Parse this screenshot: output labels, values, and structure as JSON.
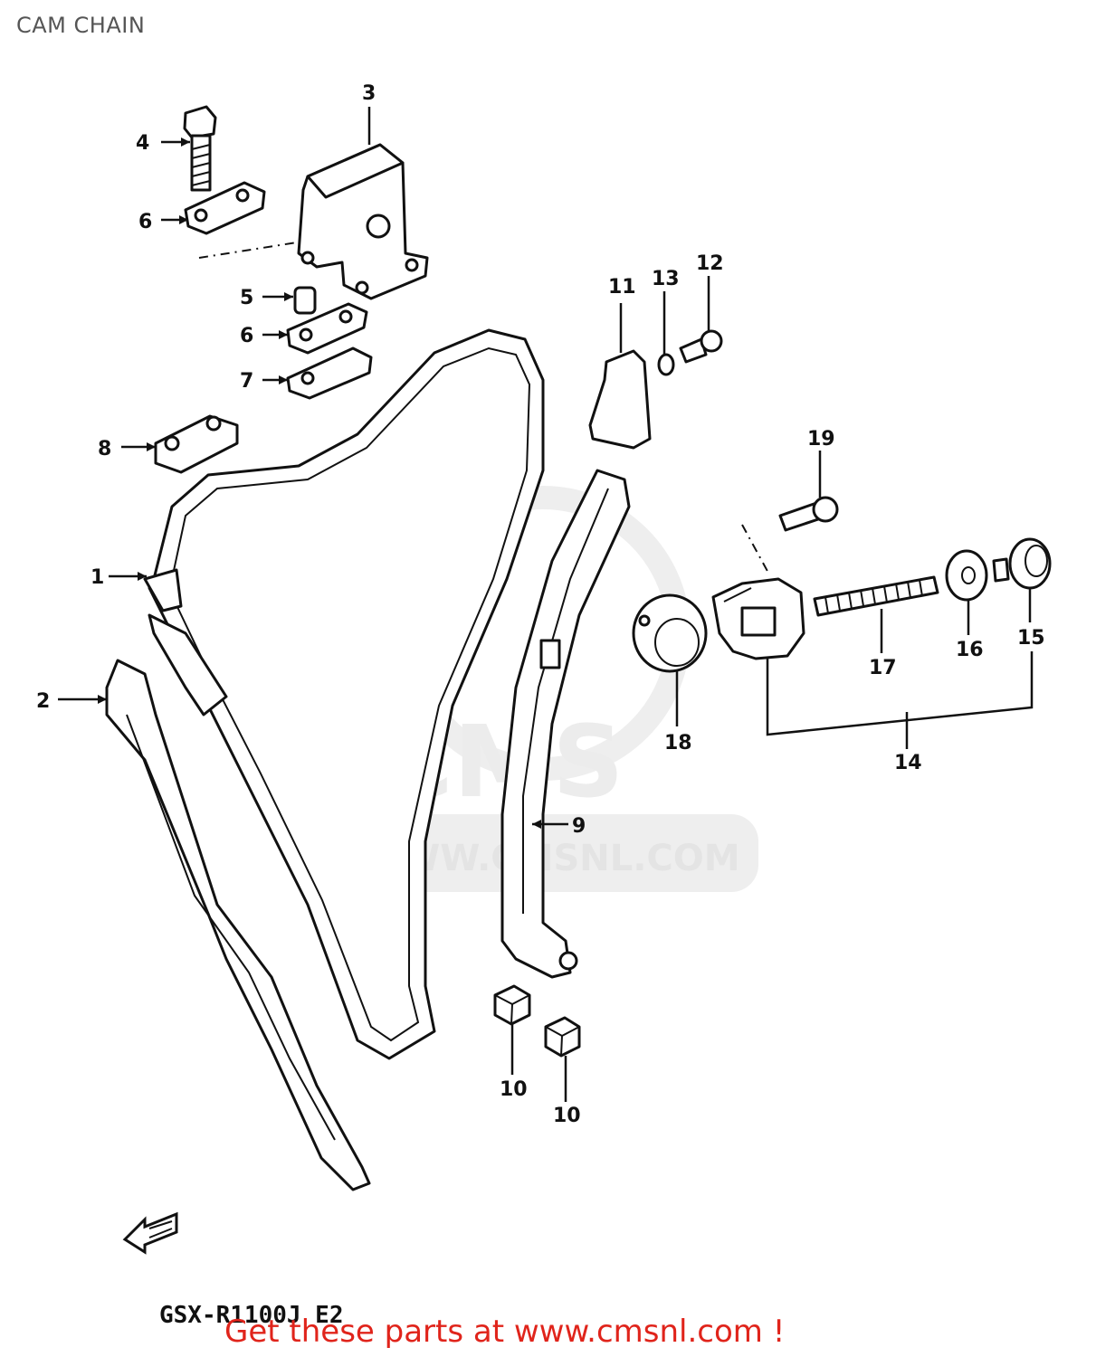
{
  "title": "CAM CHAIN",
  "watermark": {
    "logo": "CMS",
    "url": "WWW.CMSNL.COM"
  },
  "model_code": "GSX-R1100J E2",
  "footer": {
    "text": "Get these parts at www.cmsnl.com !",
    "color": "#e0241b"
  },
  "callouts": {
    "c1": "1",
    "c2": "2",
    "c3": "3",
    "c4": "4",
    "c5": "5",
    "c6a": "6",
    "c6b": "6",
    "c7": "7",
    "c8": "8",
    "c9": "9",
    "c10a": "10",
    "c10b": "10",
    "c11": "11",
    "c12": "12",
    "c13": "13",
    "c14": "14",
    "c15": "15",
    "c16": "16",
    "c17": "17",
    "c18": "18",
    "c19": "19"
  },
  "icons": {
    "front_arrow": "arrow-left-icon"
  }
}
